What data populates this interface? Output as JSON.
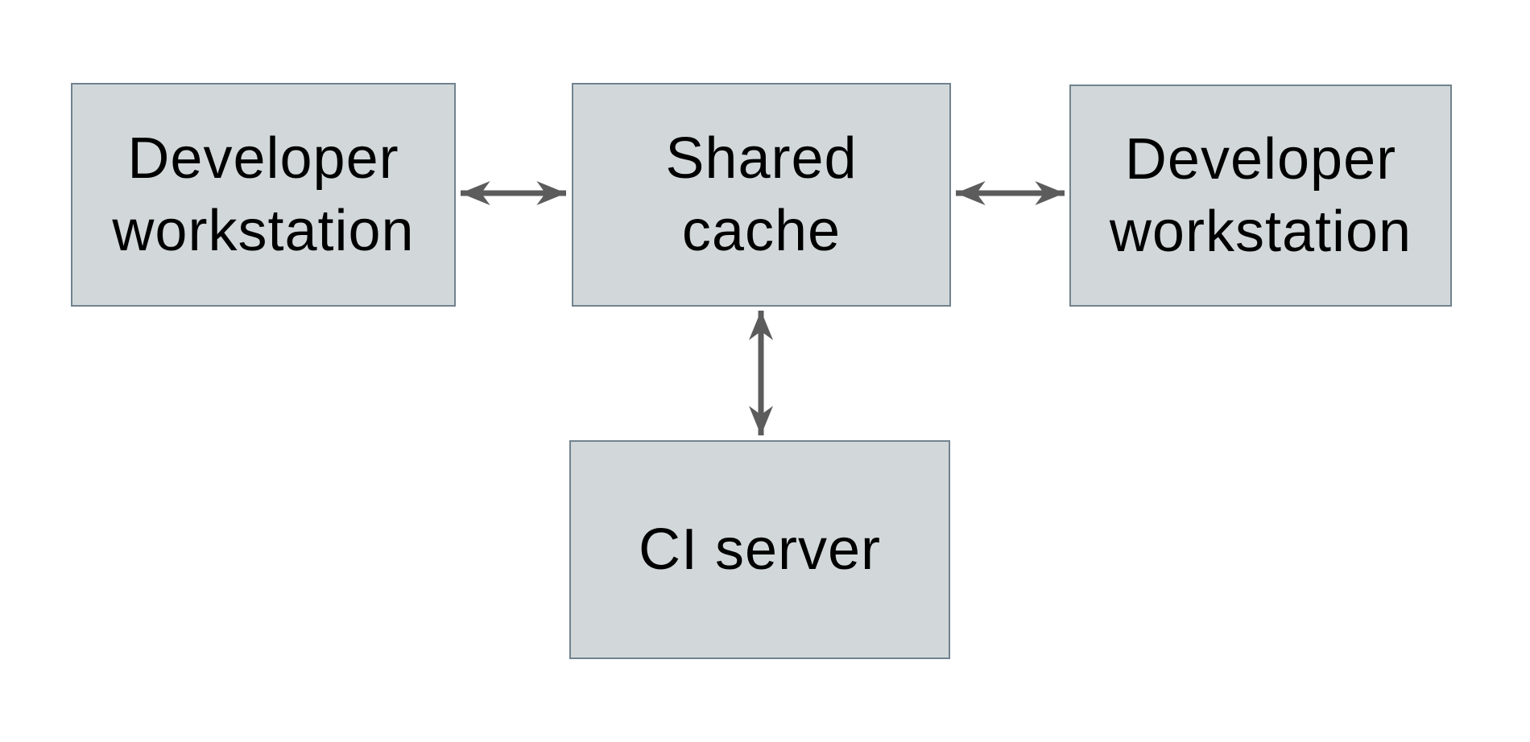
{
  "diagram": {
    "colors": {
      "background": "#ffffff",
      "box_fill": "#d2d8da",
      "box_border": "#71838e",
      "arrow_color": "#5c5c5c",
      "text_color": "#000000"
    },
    "nodes": [
      {
        "id": "developer-workstation-left",
        "label": "Developer\nworkstation"
      },
      {
        "id": "shared-cache",
        "label": "Shared\ncache"
      },
      {
        "id": "developer-workstation-right",
        "label": "Developer\nworkstation"
      },
      {
        "id": "ci-server",
        "label": "CI server"
      }
    ],
    "edges": [
      {
        "from": "developer-workstation-left",
        "to": "shared-cache",
        "type": "bidirectional-arrow"
      },
      {
        "from": "shared-cache",
        "to": "developer-workstation-right",
        "type": "bidirectional-arrow"
      },
      {
        "from": "shared-cache",
        "to": "ci-server",
        "type": "bidirectional-arrow"
      }
    ]
  }
}
